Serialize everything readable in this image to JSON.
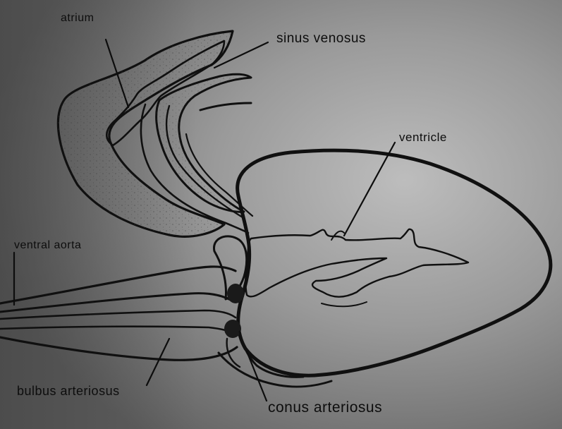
{
  "labels": {
    "atrium": "atrium",
    "sinus_venosus": "sinus venosus",
    "ventricle": "ventricle",
    "ventral_aorta": "ventral aorta",
    "bulbus_arteriosus": "bulbus arteriosus",
    "conus_arteriosus": "conus arteriosus"
  }
}
